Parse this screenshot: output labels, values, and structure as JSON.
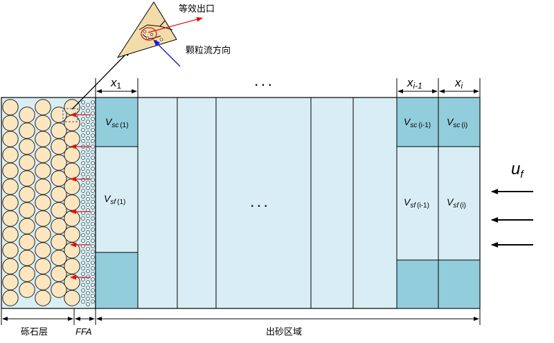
{
  "labels": {
    "outlet": "等效出口",
    "flow_dir": "颗粒流方向",
    "gravel_layer": "砾石层",
    "ffa": "FFA",
    "sand_zone": "出砂区域",
    "dots_top": "· · ·",
    "dots_mid": "· · ·"
  },
  "columns": {
    "x1": {
      "base": "x",
      "sub": "1"
    },
    "xi1": {
      "base": "x",
      "sub": "i-1"
    },
    "xi": {
      "base": "x",
      "sub": "i"
    }
  },
  "volumes": {
    "vsc1": {
      "base": "V",
      "sub": "sc",
      "idx": "(1)"
    },
    "vsf1": {
      "base": "V",
      "sub": "sf",
      "idx": "(1)"
    },
    "vsci1": {
      "base": "V",
      "sub": "sc",
      "idx": "(i-1)"
    },
    "vsfi1": {
      "base": "V",
      "sub": "sf",
      "idx": "(i-1)"
    },
    "vsci": {
      "base": "V",
      "sub": "sc",
      "idx": "(i)"
    },
    "vsfi": {
      "base": "V",
      "sub": "sf",
      "idx": "(i)"
    }
  },
  "velocity": {
    "base": "u",
    "sub": "f"
  },
  "colors": {
    "light_fill": "#d8eef4",
    "dark_fill": "#92cddb",
    "grain_fill": "#fbe6bf",
    "grain_stroke": "#222222",
    "red_arrow": "#e01010",
    "blue_arrow": "#1a1ad6",
    "dashed_box": "#3050c0"
  }
}
